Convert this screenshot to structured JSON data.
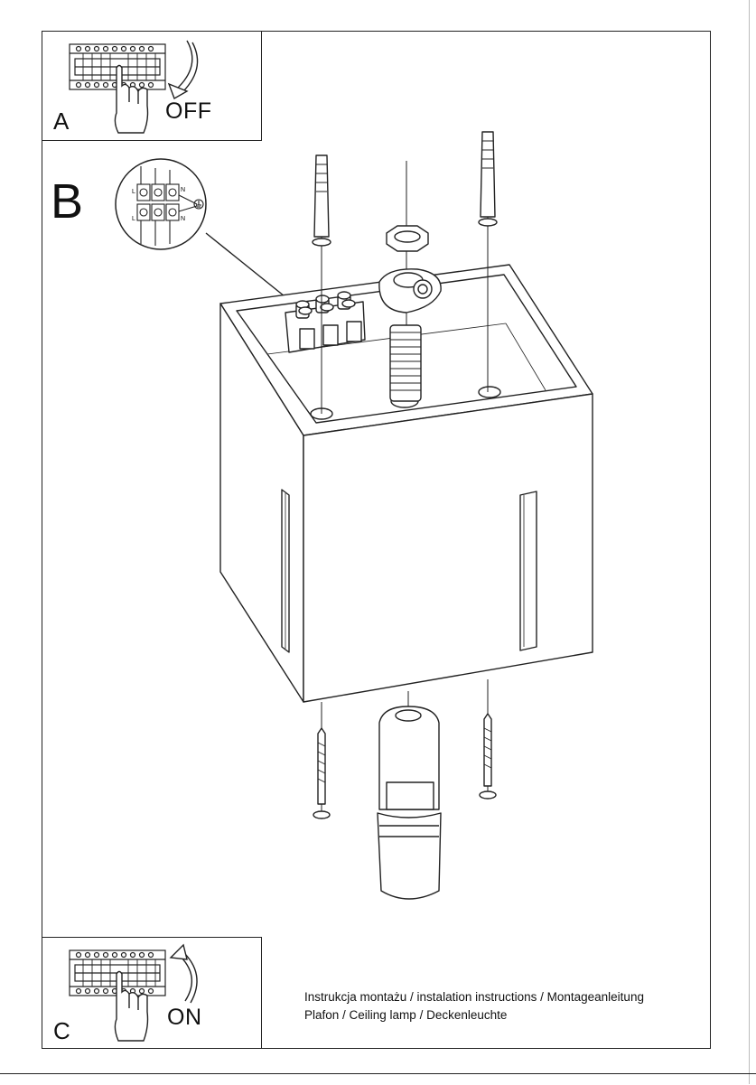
{
  "steps": {
    "a": {
      "letter": "A",
      "label": "OFF"
    },
    "b": {
      "letter": "B"
    },
    "c": {
      "letter": "C",
      "label": "ON"
    }
  },
  "wiring": {
    "l_top": "L",
    "l_bottom": "L",
    "n_top": "N",
    "n_bottom": "N"
  },
  "caption": {
    "line1": "Instrukcja montażu / instalation instructions / Montageanleitung",
    "line2": "Plafon / Ceiling lamp / Deckenleuchte"
  },
  "icons": [
    "breaker-panel-icon",
    "hand-icon",
    "arrow-down-icon",
    "arrow-up-icon",
    "ground-icon"
  ],
  "colors": {
    "line": "#222222",
    "background": "#ffffff"
  }
}
